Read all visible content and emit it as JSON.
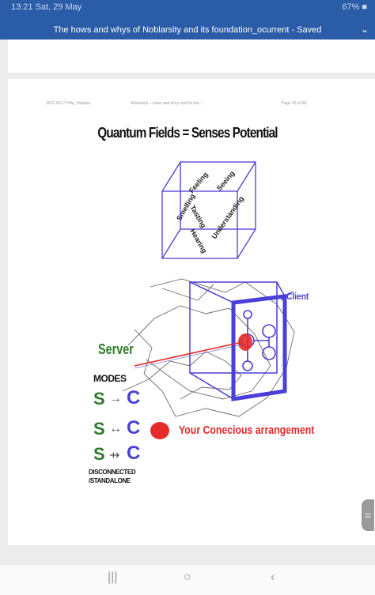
{
  "status": {
    "time": "13:21",
    "date": "Sat, 29 May",
    "right": "67% ■"
  },
  "doc_title": "The hows and whys of Noblarsity and its foundation_ocurrent - Saved",
  "page_header": {
    "left": "2021-05-17 Hila_Hababa",
    "center": "Noblarsity – hows and whys and its fou...",
    "right": "Page 43 of 58"
  },
  "slide": {
    "title": "Quantum Fields = Senses Potential",
    "cube_words": [
      "Feeling",
      "Seeing",
      "Smelling",
      "Tasting",
      "Understanding",
      "Hearing"
    ],
    "client": "Client",
    "server": "Server",
    "modes": "MODES",
    "mode_s": "S",
    "mode_c": "C",
    "arrows": [
      "→",
      "↔",
      "⇸"
    ],
    "conscious": "Your Conecious arrangement",
    "disconnected_1": "DISCONNECTED",
    "disconnected_2": "/STANDALONE"
  },
  "colors": {
    "statusbar": "#2a5ca8",
    "slide_blue": "#4a3fd6",
    "server_green": "#2f7a2a",
    "slide_red": "#e52a2a"
  },
  "icons": {
    "print": "print-icon",
    "back": "back-icon",
    "home": "home-icon",
    "recents": "recents-icon"
  }
}
